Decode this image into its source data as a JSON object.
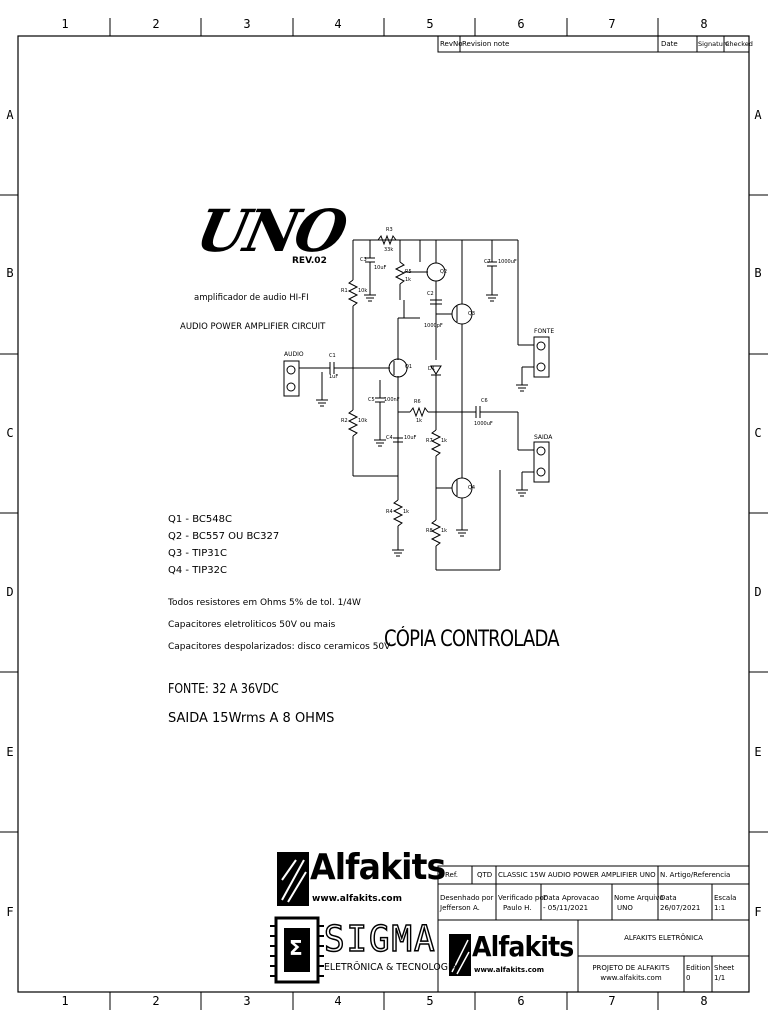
{
  "border": {
    "columns": [
      "1",
      "2",
      "3",
      "4",
      "5",
      "6",
      "7",
      "8"
    ],
    "rows": [
      "A",
      "B",
      "C",
      "D",
      "E",
      "F"
    ]
  },
  "revision_table": {
    "headers": [
      "RevNo",
      "Revision note",
      "Date",
      "Signature",
      "Checked"
    ]
  },
  "logo_title": {
    "main": "UNO",
    "rev": "REV.02",
    "subtitle": "amplificador de audio HI-FI",
    "circuit_title": "AUDIO POWER AMPLIFIER CIRCUIT"
  },
  "transistors": [
    "Q1 - BC548C",
    "Q2 - BC557 OU BC327",
    "Q3 - TIP31C",
    "Q4 - TIP32C"
  ],
  "notes": [
    "Todos resistores em Ohms 5% de tol. 1/4W",
    "Capacitores eletroliticos 50V ou mais",
    "Capacitores despolarizados: disco ceramicos 50V"
  ],
  "stamp": "CÓPIA CONTROLADA",
  "fonte_spec": "FONTE: 32 A 36VDC",
  "saida_spec": "SAIDA 15Wrms A 8 OHMS",
  "connectors": {
    "audio": "AUDIO",
    "fonte": "FONTE",
    "saida": "SAIDA"
  },
  "components": {
    "r3": "R3",
    "r3v": "33k",
    "r1": "R1",
    "r1v": "10k",
    "r2": "R2",
    "r2v": "10k",
    "r4": "R4",
    "r4v": "1k",
    "r5": "R5",
    "r5v": "1k",
    "r6": "R6",
    "r6v": "1k",
    "r7": "R7",
    "r7v": "1k",
    "r8": "R8",
    "r8v": "1k",
    "c1": "C1",
    "c1v": "1uF",
    "c2": "C2",
    "c2v": "1000pF",
    "c3": "C3",
    "c3v": "10uF",
    "c4": "C4",
    "c4v": "10uF",
    "c5": "C5",
    "c5v": "100nF",
    "c6": "C6",
    "c6v": "1000uF",
    "c7": "C7",
    "c7v": "1000uF",
    "d1": "D1",
    "q1": "Q1",
    "q2": "Q2",
    "q3": "Q3",
    "q4": "Q4",
    "gnd": "GND"
  },
  "logos": {
    "alfakits": "Alfakits",
    "alfakits_url": "www.alfakits.com",
    "sigma": "SIGMA",
    "sigma_sub": "ELETRÔNICA & TECNOLOGIA",
    "sigma_symbol": "Σ"
  },
  "title_block": {
    "ref_label": "Ref.",
    "qtd_label": "QTD",
    "project_name": "CLASSIC 15W AUDIO POWER AMPLIFIER UNO",
    "artigo_label": "N. Artigo/Referencia",
    "desenhado_label": "Desenhado por",
    "desenhado_value": "Jefferson A.",
    "verificado_label": "Verificado por",
    "verificado_value": "Paulo H.",
    "aprovacao_label": "Data Aprovacao",
    "aprovacao_value": "- 05/11/2021",
    "arquivo_label": "Nome Arquivo",
    "arquivo_value": "UNO",
    "data_label": "Data",
    "data_value": "26/07/2021",
    "escala_label": "Escala",
    "escala_value": "1:1",
    "company": "ALFAKITS ELETRÔNICA",
    "projeto": "PROJETO DE ALFAKITS",
    "site": "www.alfakits.com",
    "edition_label": "Edition",
    "edition_value": "0",
    "sheet_label": "Sheet",
    "sheet_value": "1/1"
  }
}
